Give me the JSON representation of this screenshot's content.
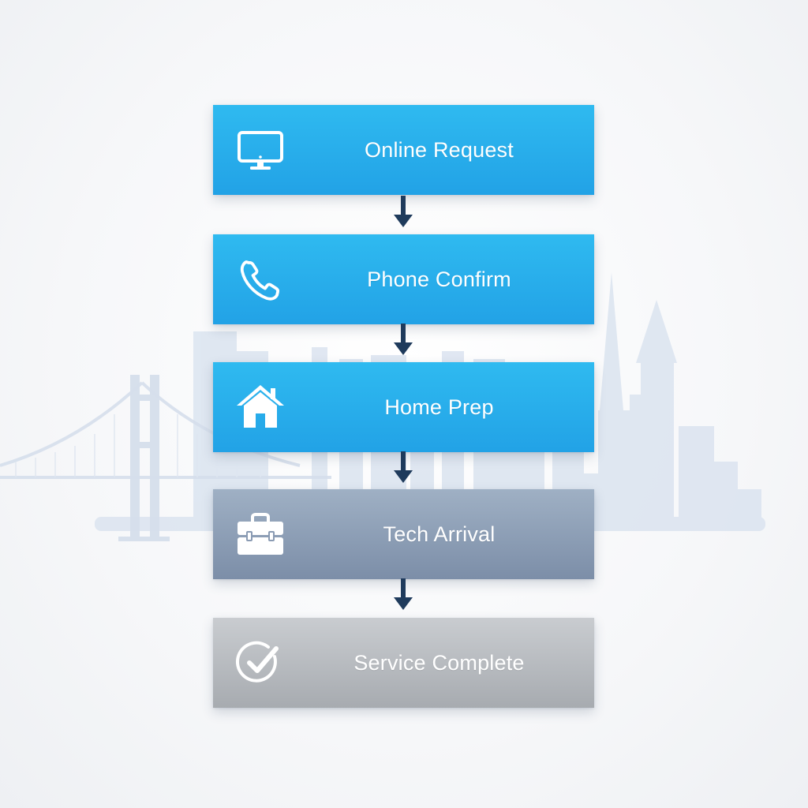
{
  "flow": {
    "steps": [
      {
        "label": "Online Request",
        "icon": "computer-monitor-icon",
        "color": "#2bb3ee"
      },
      {
        "label": "Phone Confirm",
        "icon": "phone-icon",
        "color": "#2bb3ee"
      },
      {
        "label": "Home Prep",
        "icon": "house-icon",
        "color": "#2bb3ee"
      },
      {
        "label": "Tech Arrival",
        "icon": "toolbox-icon",
        "color": "#8a9bb3"
      },
      {
        "label": "Service Complete",
        "icon": "check-circle-icon",
        "color": "#b6b9bd"
      }
    ],
    "arrow_color": "#1f3b5c"
  },
  "background": {
    "image": "city-skyline-with-bridge",
    "color": "#dbe4f0"
  }
}
